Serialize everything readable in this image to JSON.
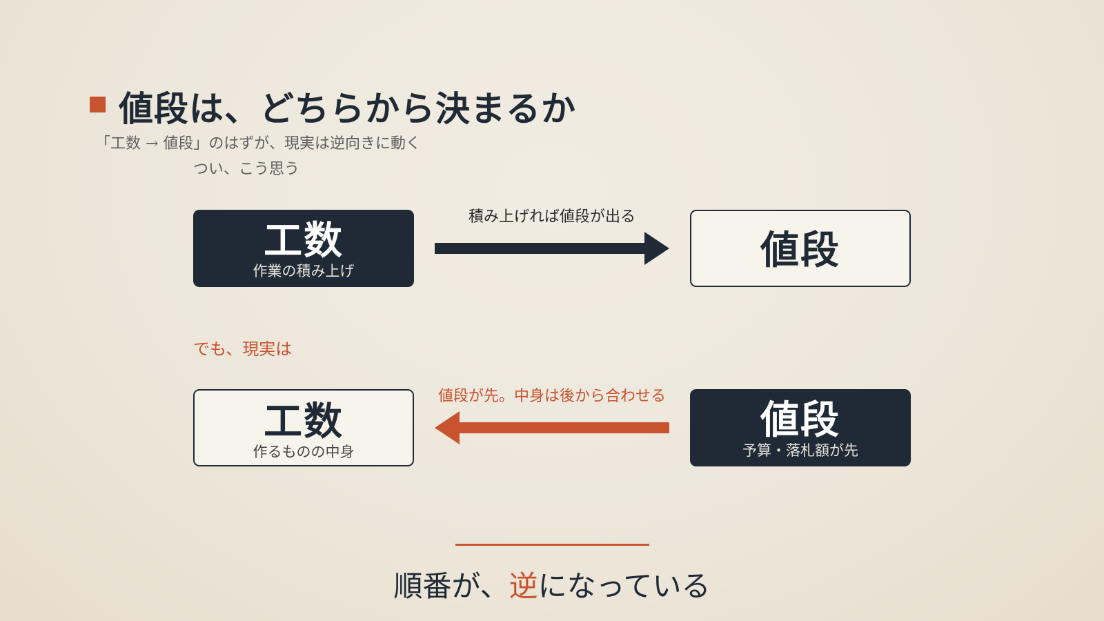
{
  "title": "値段は、どちらから決まるか",
  "subtitle": "「工数 → 値段」のはずが、現実は逆向きに動く",
  "section_ideal": {
    "label": "つい、こう思う",
    "from_box": {
      "main": "工数",
      "sub": "作業の積み上げ"
    },
    "arrow_label": "積み上げれば値段が出る",
    "to_box": {
      "main": "値段"
    }
  },
  "section_reality": {
    "label": "でも、現実は",
    "left_box": {
      "main": "工数",
      "sub": "作るものの中身"
    },
    "arrow_label": "値段が先。中身は後から合わせる",
    "right_box": {
      "main": "値段",
      "sub": "予算・落札額が先"
    }
  },
  "conclusion": {
    "before": "順番が、",
    "accent": "逆",
    "after": "になっている"
  },
  "colors": {
    "accent": "#c8532f",
    "dark": "#1f2a36",
    "background": "#ede7db"
  }
}
